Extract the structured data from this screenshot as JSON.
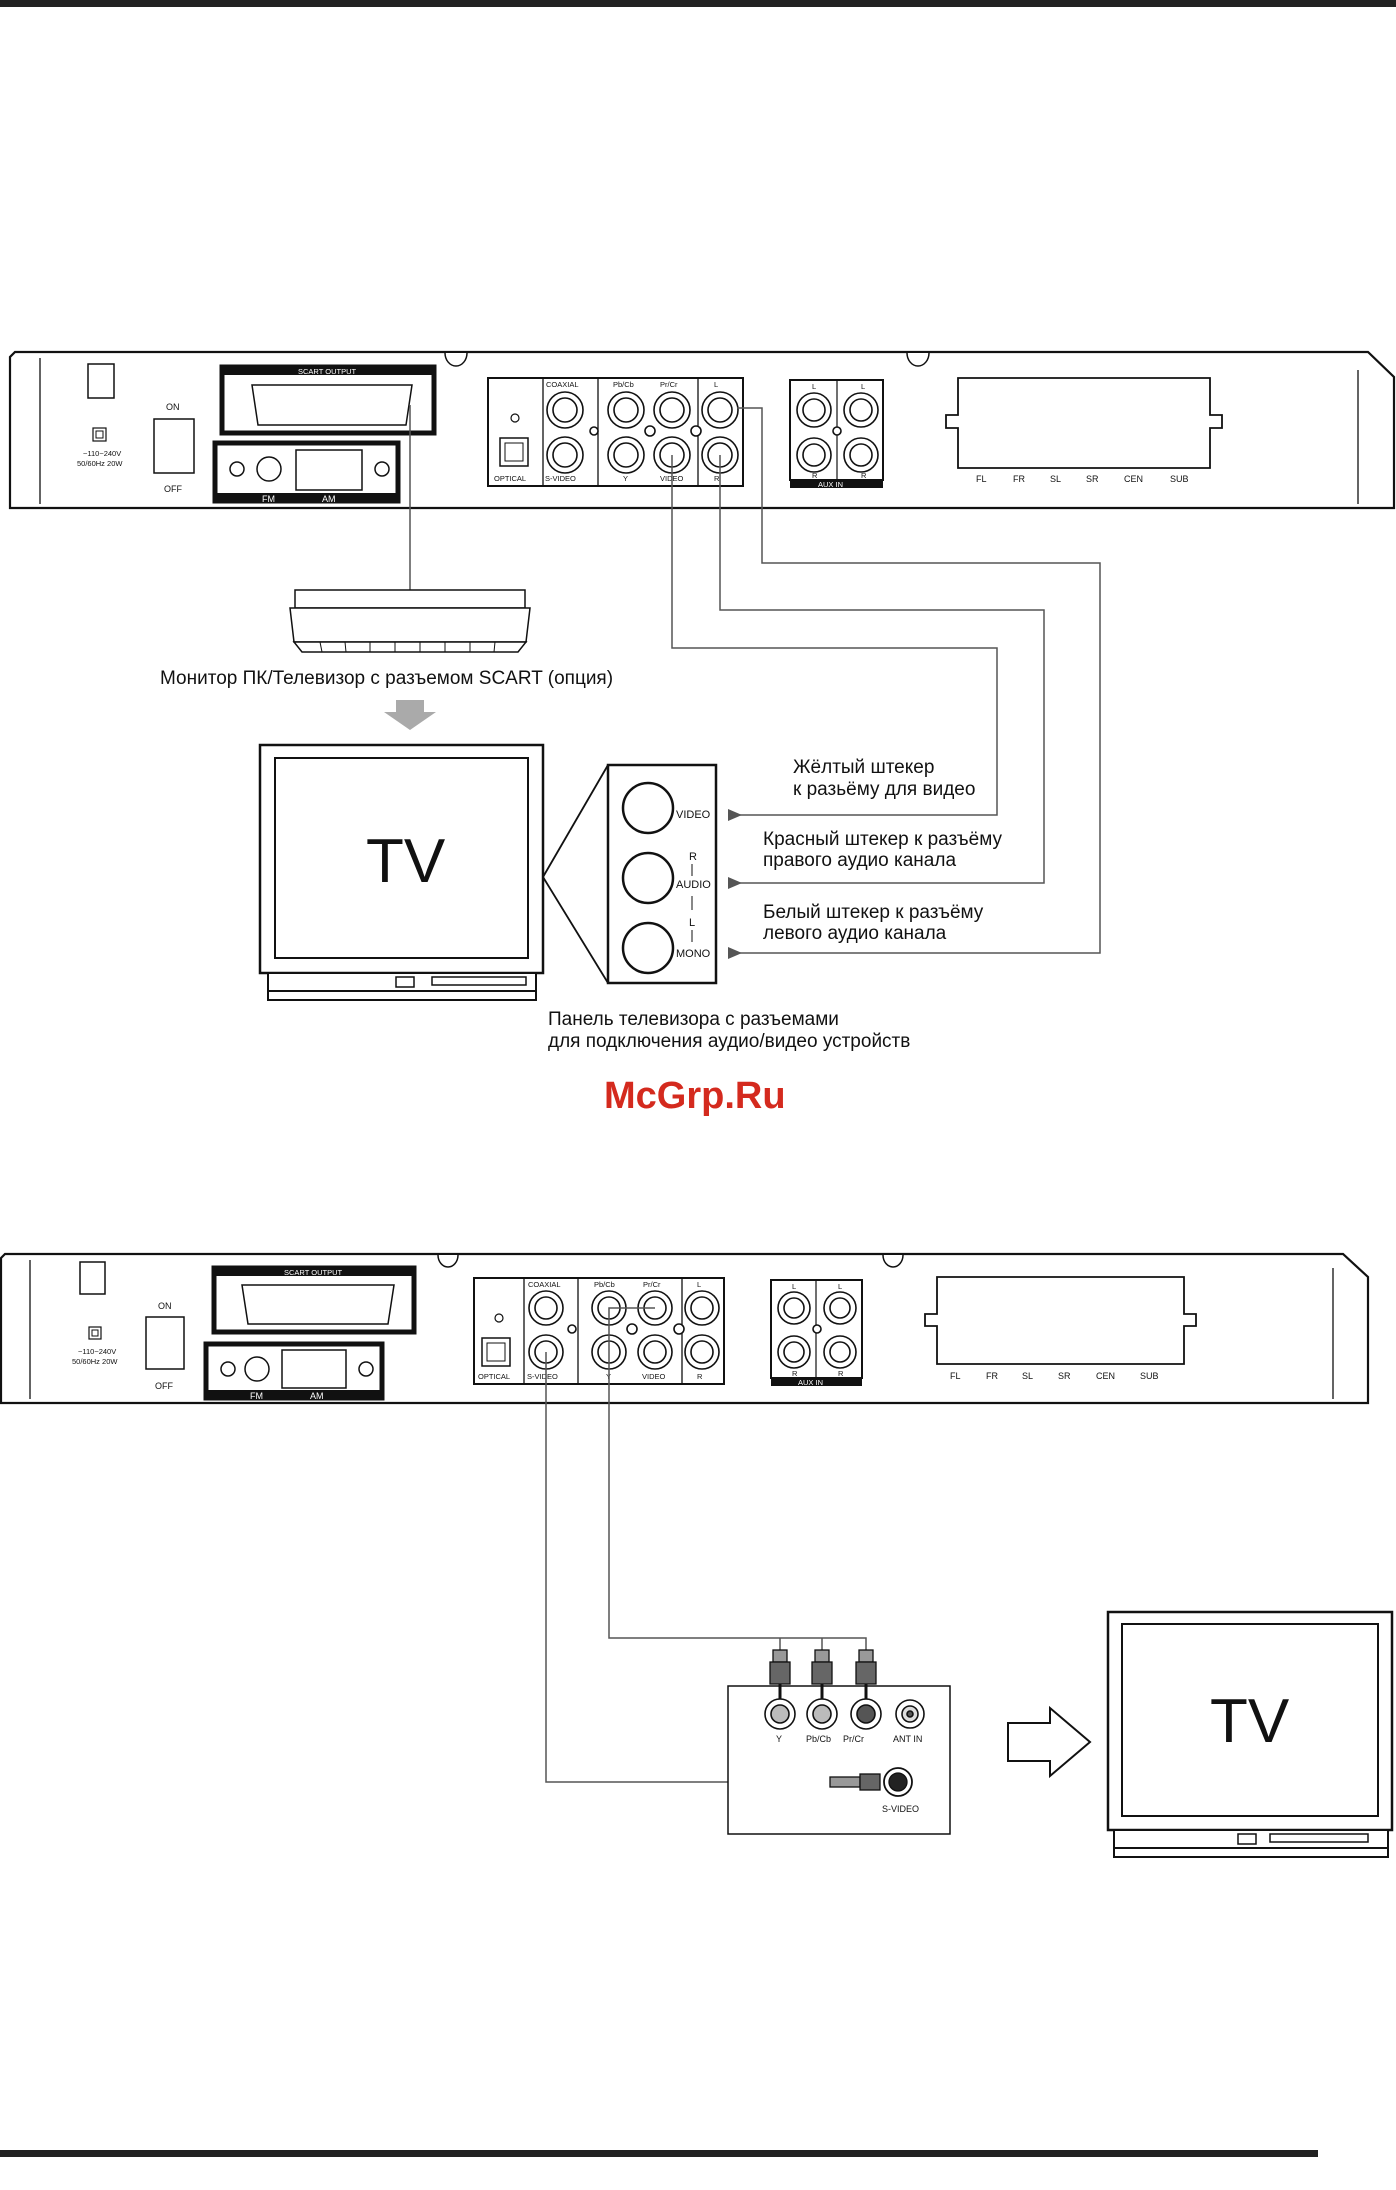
{
  "diagram1": {
    "rear_panel": {
      "power_rating": [
        "~110~240V",
        "50/60Hz  20W"
      ],
      "switch_on": "ON",
      "switch_off": "OFF",
      "scart_label": "SCART  OUTPUT",
      "tuner_fm": "FM",
      "tuner_am": "AM",
      "coaxial": "COAXIAL",
      "optical": "OPTICAL",
      "svideo": "S-VIDEO",
      "pbcb": "Pb/Cb",
      "prcr": "Pr/Cr",
      "y": "Y",
      "video": "VIDEO",
      "l": "L",
      "r": "R",
      "aux_in": "AUX  IN",
      "speakers": [
        "FL",
        "FR",
        "SL",
        "SR",
        "CEN",
        "SUB"
      ]
    },
    "scart_caption": "Монитор ПК/Телевизор с разъемом SCART (опция)",
    "tv_label": "TV",
    "tv_panel": {
      "video": "VIDEO",
      "r": "R",
      "audio": "AUDIO",
      "l": "L",
      "mono": "MONO"
    },
    "callouts": {
      "yellow_1": "Жёлтый штекер",
      "yellow_2": "к разьёму для видео",
      "red_1": "Красный штекер к разъёму",
      "red_2": "правого аудио канала",
      "white_1": "Белый штекер к разъёму",
      "white_2": "левого аудио канала"
    },
    "panel_caption_1": "Панель телевизора с разъемами",
    "panel_caption_2": "для подключения аудио/видео устройств"
  },
  "watermark": "McGrp.Ru",
  "diagram2": {
    "rear_panel": {
      "power_rating": [
        "~110~240V",
        "50/60Hz  20W"
      ],
      "switch_on": "ON",
      "switch_off": "OFF",
      "scart_label": "SCART  OUTPUT",
      "tuner_fm": "FM",
      "tuner_am": "AM",
      "coaxial": "COAXIAL",
      "optical": "OPTICAL",
      "svideo": "S-VIDEO",
      "pbcb": "Pb/Cb",
      "prcr": "Pr/Cr",
      "y": "Y",
      "video": "VIDEO",
      "l": "L",
      "r": "R",
      "aux_in": "AUX  IN",
      "speakers": [
        "FL",
        "FR",
        "SL",
        "SR",
        "CEN",
        "SUB"
      ]
    },
    "tv_inputs": {
      "y": "Y",
      "pbcb": "Pb/Cb",
      "prcr": "Pr/Cr",
      "ant_in": "ANT IN",
      "svideo": "S-VIDEO"
    },
    "tv_label": "TV"
  }
}
